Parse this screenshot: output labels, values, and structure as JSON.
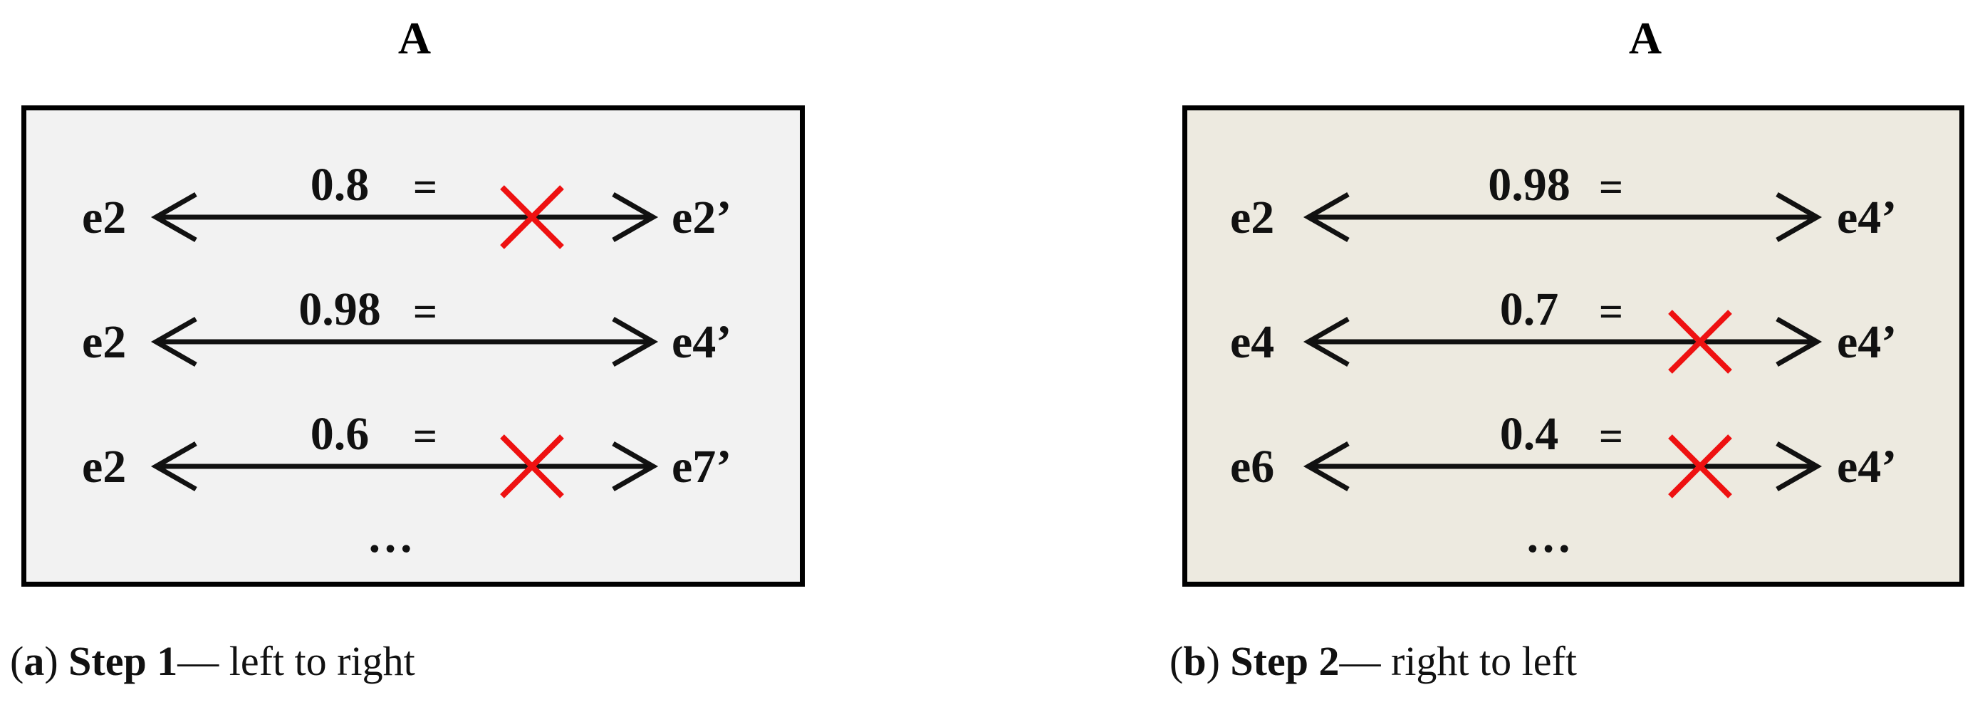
{
  "panels": [
    {
      "title": "A",
      "background": "#f2f2f2",
      "rows": [
        {
          "left": "e2",
          "value": "0.8",
          "eq": "=",
          "right": "e2’",
          "crossed": true
        },
        {
          "left": "e2",
          "value": "0.98",
          "eq": "=",
          "right": "e4’",
          "crossed": false
        },
        {
          "left": "e2",
          "value": "0.6",
          "eq": "=",
          "right": "e7’",
          "crossed": true
        }
      ],
      "ellipsis": "…",
      "caption": {
        "letter": "a",
        "step": "Step 1",
        "desc": "— left to right"
      }
    },
    {
      "title": "A",
      "background": "#edeae0",
      "rows": [
        {
          "left": "e2",
          "value": "0.98",
          "eq": "=",
          "right": "e4’",
          "crossed": false
        },
        {
          "left": "e4",
          "value": "0.7",
          "eq": "=",
          "right": "e4’",
          "crossed": true
        },
        {
          "left": "e6",
          "value": "0.4",
          "eq": "=",
          "right": "e4’",
          "crossed": true
        }
      ],
      "ellipsis": "…",
      "caption": {
        "letter": "b",
        "step": "Step 2",
        "desc": "— right to left"
      }
    }
  ],
  "colors": {
    "cross": "#ee1111",
    "ink": "#111111"
  }
}
